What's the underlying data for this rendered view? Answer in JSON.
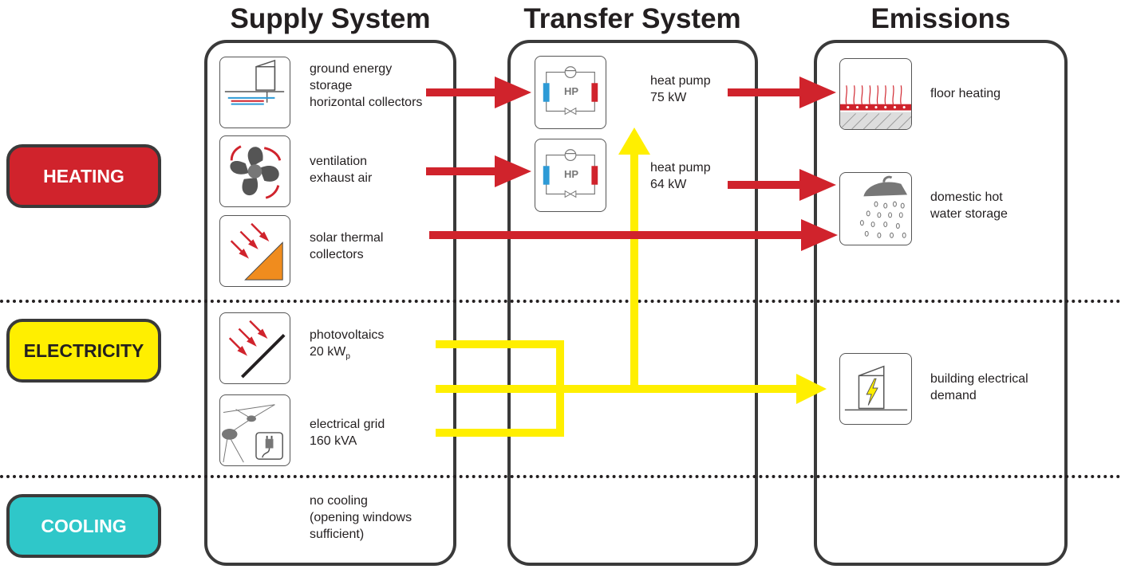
{
  "columns": {
    "supply": "Supply System",
    "transfer": "Transfer System",
    "emissions": "Emissions"
  },
  "categories": {
    "heating": "HEATING",
    "electricity": "ELECTRICITY",
    "cooling": "COOLING"
  },
  "supply": {
    "ground": [
      "ground energy",
      "storage",
      "horizontal collectors"
    ],
    "ventilation": [
      "ventilation",
      "exhaust air"
    ],
    "solar_thermal": [
      "solar thermal",
      "collectors"
    ],
    "photovoltaics": {
      "line1": "photovoltaics",
      "line2": "20 kW",
      "line2_sub": "p"
    },
    "grid": [
      "electrical grid",
      "160 kVA"
    ],
    "cooling": [
      "no cooling",
      "(opening windows",
      "sufficient)"
    ]
  },
  "transfer": {
    "hp_label": "HP",
    "heat_pump_1": [
      "heat pump",
      "75 kW"
    ],
    "heat_pump_2": [
      "heat pump",
      "64 kW"
    ]
  },
  "emissions": {
    "floor": [
      "floor heating"
    ],
    "dhw": [
      "domestic hot",
      "water storage"
    ],
    "electrical": [
      "building electrical",
      "demand"
    ]
  },
  "colors": {
    "heating_fill": "#d0232c",
    "electricity_fill": "#ffef00",
    "cooling_fill": "#2fc7c9",
    "heat_arrow": "#d0232c",
    "electric_arrow": "#ffef00",
    "frame": "#3a3a3a"
  }
}
